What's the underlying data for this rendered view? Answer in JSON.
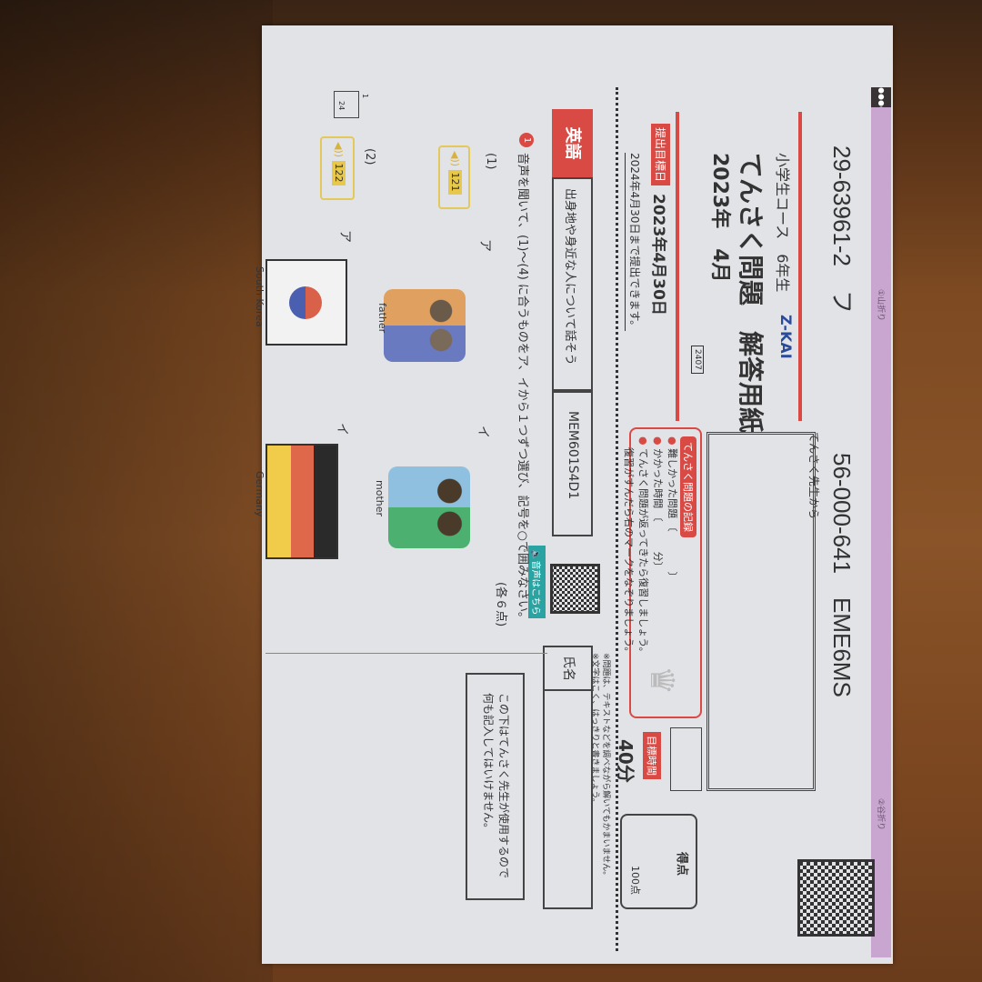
{
  "strip": {
    "dots": "●●●●●●",
    "fold1": "①山折り",
    "fold2": "②谷折り"
  },
  "codes": {
    "left": "29-63961-2　フ",
    "right": "56-000-641　EME6MS"
  },
  "header": {
    "course": "小学生コース　6年生",
    "title": "てんさく問題　解答用紙",
    "month": "2023年　4月",
    "code": "2407",
    "logo": "Z-KAI",
    "due_badge": "提出目標日",
    "due_date": "2023年4月30日",
    "due_note": "2024年4月30日まで提出できます。"
  },
  "teacher": {
    "label": "てんさく先生から"
  },
  "record": {
    "title": "てんさく問題の記録",
    "item1": "難しかった問題",
    "item1_val": "〔　　　　〕",
    "item2": "かかった時間",
    "item2_val": "〔　　　分〕",
    "note1": "てんさく問題が返ってきたら復習しましょう。",
    "note2": "復習がすんだら右のマークをなぞりましょう。"
  },
  "target": {
    "badge": "目標時間",
    "time": "40分"
  },
  "score": {
    "label": "得点",
    "max": "100点"
  },
  "notes": {
    "n1": "※問題は、テキストなどを調べながら解いてもかまいません。",
    "n2": "※文字はこく、はっきりと書きましょう。"
  },
  "subject": {
    "label": "英語",
    "title": "出身地や身近な人について話そう",
    "code": "MEM601S4D1",
    "audio": "音声はこちら"
  },
  "name_box": {
    "label": "氏名"
  },
  "reserved": {
    "l1": "この下はてんさく先生が使用するので",
    "l2": "何も記入してはいけません。"
  },
  "page_score": {
    "num": "1",
    "max": "24"
  },
  "question": {
    "num": "1",
    "text": "音声を聞いて、(1)～(4) に合うものをア、イから１つずつ選び、記号を○で囲みなさい。",
    "points": "(各６点)",
    "items": [
      {
        "label": "(1)",
        "track": "121",
        "a": "ア",
        "a_caption": "father",
        "b": "イ",
        "b_caption": "mother"
      },
      {
        "label": "(2)",
        "track": "122",
        "a": "ア",
        "a_caption": "South Korea",
        "b": "イ",
        "b_caption": "Germany"
      }
    ]
  }
}
